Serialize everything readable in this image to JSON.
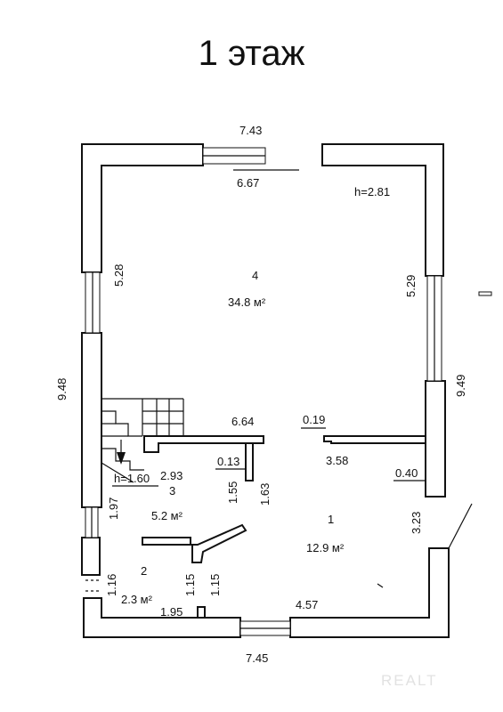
{
  "title": "1 этаж",
  "ceiling_height": "h=2.81",
  "rooms": [
    {
      "number": "4",
      "area": "34.8 м²"
    },
    {
      "number": "3",
      "area": "5.2 м²"
    },
    {
      "number": "1",
      "area": "12.9 м²"
    },
    {
      "number": "2",
      "area": "2.3 м²"
    }
  ],
  "dimensions": {
    "top_outer": "7.43",
    "top_inner": "6.67",
    "left_outer": "9.48",
    "left_upper": "5.28",
    "right_upper": "5.29",
    "right_outer": "9.49",
    "mid_partition": "6.64",
    "partition_stub": "0.19",
    "room1_top": "3.58",
    "right_stub": "0.40",
    "right_lower": "3.23",
    "closet_depth": "0.13",
    "stair_h": "h=1.60",
    "room3_width": "2.93",
    "room3_height": "1.97",
    "closet_a": "1.55",
    "closet_b": "1.63",
    "left_lower": "1.16",
    "room2_a": "1.15",
    "room2_b": "1.15",
    "room2_width": "1.95",
    "bottom_inner": "4.57",
    "bottom_outer": "7.45"
  },
  "watermark": "REALT"
}
